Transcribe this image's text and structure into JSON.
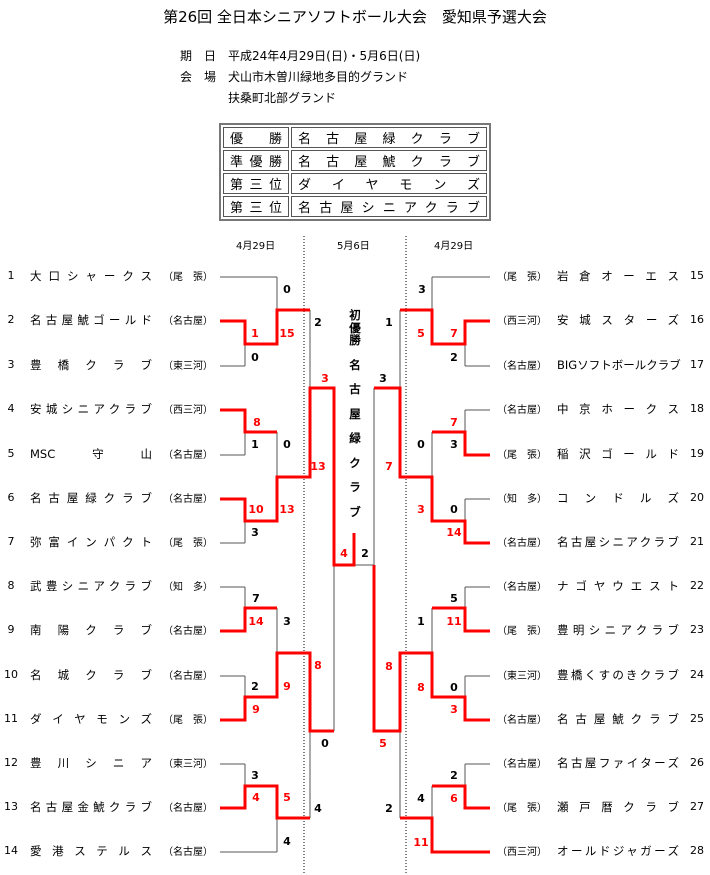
{
  "title": "第26回 全日本シニアソフトボール大会　愛知県予選大会",
  "info": {
    "date_label": "期　日",
    "date_value": "平成24年4月29日(日)・5月6日(日)",
    "venue_label": "会　場",
    "venue_value_1": "犬山市木曽川緑地多目的グランド",
    "venue_value_2": "扶桑町北部グランド"
  },
  "results": [
    {
      "rank": "優勝",
      "team": "名古屋緑クラブ"
    },
    {
      "rank": "準優勝",
      "team": "名古屋鯱クラブ"
    },
    {
      "rank": "第三位",
      "team": "ダイヤモンズ"
    },
    {
      "rank": "第三位",
      "team": "名古屋シニアクラブ"
    }
  ],
  "dates": [
    "4月29日",
    "5月6日",
    "4月29日"
  ],
  "champion_note": [
    "初",
    "優",
    "勝",
    "名",
    "古",
    "屋",
    "緑",
    "ク",
    "ラ",
    "ブ"
  ],
  "teams_left": [
    {
      "no": "1",
      "name": "大口シャークス",
      "region": "（尾　張）"
    },
    {
      "no": "2",
      "name": "名古屋鯱ゴールド",
      "region": "（名古屋）"
    },
    {
      "no": "3",
      "name": "豊橋クラブ",
      "region": "（東三河）"
    },
    {
      "no": "4",
      "name": "安城シニアクラブ",
      "region": "（西三河）"
    },
    {
      "no": "5",
      "name": "MSC守山",
      "region": "（名古屋）"
    },
    {
      "no": "6",
      "name": "名古屋緑クラブ",
      "region": "（名古屋）"
    },
    {
      "no": "7",
      "name": "弥富インパクト",
      "region": "（尾　張）"
    },
    {
      "no": "8",
      "name": "武豊シニアクラブ",
      "region": "（知　多）"
    },
    {
      "no": "9",
      "name": "南陽クラブ",
      "region": "（名古屋）"
    },
    {
      "no": "10",
      "name": "名城クラブ",
      "region": "（名古屋）"
    },
    {
      "no": "11",
      "name": "ダイヤモンズ",
      "region": "（尾　張）"
    },
    {
      "no": "12",
      "name": "豊川シニア",
      "region": "（東三河）"
    },
    {
      "no": "13",
      "name": "名古屋金鯱クラブ",
      "region": "（名古屋）"
    },
    {
      "no": "14",
      "name": "愛港ステルス",
      "region": "（名古屋）"
    }
  ],
  "teams_right": [
    {
      "no": "15",
      "name": "岩倉オーエス",
      "region": "（尾　張）"
    },
    {
      "no": "16",
      "name": "安城スターズ",
      "region": "（西三河）"
    },
    {
      "no": "17",
      "name": "BIGソフトボールクラブ",
      "region": "（名古屋）"
    },
    {
      "no": "18",
      "name": "中京ホークス",
      "region": "（名古屋）"
    },
    {
      "no": "19",
      "name": "稲沢ゴールド",
      "region": "（尾　張）"
    },
    {
      "no": "20",
      "name": "コンドルズ",
      "region": "（知　多）"
    },
    {
      "no": "21",
      "name": "名古屋シニアクラブ",
      "region": "（名古屋）"
    },
    {
      "no": "22",
      "name": "ナゴヤウエスト",
      "region": "（名古屋）"
    },
    {
      "no": "23",
      "name": "豊明シニアクラブ",
      "region": "（尾　張）"
    },
    {
      "no": "24",
      "name": "豊橋くすのきクラブ",
      "region": "（東三河）"
    },
    {
      "no": "25",
      "name": "名古屋鯱クラブ",
      "region": "（名古屋）"
    },
    {
      "no": "26",
      "name": "名古屋ファイターズ",
      "region": "（名古屋）"
    },
    {
      "no": "27",
      "name": "瀬戸暦クラブ",
      "region": "（尾　張）"
    },
    {
      "no": "28",
      "name": "オールドジャガーズ",
      "region": "（西三河）"
    }
  ],
  "scores": [
    {
      "v": "0",
      "win": false
    },
    {
      "v": "1",
      "win": true
    },
    {
      "v": "15",
      "win": true
    },
    {
      "v": "0",
      "win": false
    },
    {
      "v": "2",
      "win": false
    },
    {
      "v": "3",
      "win": true
    },
    {
      "v": "8",
      "win": true
    },
    {
      "v": "1",
      "win": false
    },
    {
      "v": "0",
      "win": false
    },
    {
      "v": "13",
      "win": true
    },
    {
      "v": "10",
      "win": true
    },
    {
      "v": "13",
      "win": true
    },
    {
      "v": "3",
      "win": false
    },
    {
      "v": "4",
      "win": true
    },
    {
      "v": "2",
      "win": false
    },
    {
      "v": "7",
      "win": false
    },
    {
      "v": "14",
      "win": true
    },
    {
      "v": "3",
      "win": false
    },
    {
      "v": "8",
      "win": true
    },
    {
      "v": "2",
      "win": false
    },
    {
      "v": "9",
      "win": true
    },
    {
      "v": "9",
      "win": true
    },
    {
      "v": "0",
      "win": false
    },
    {
      "v": "3",
      "win": false
    },
    {
      "v": "4",
      "win": true
    },
    {
      "v": "5",
      "win": true
    },
    {
      "v": "4",
      "win": false
    },
    {
      "v": "4",
      "win": false
    },
    {
      "v": "3",
      "win": false
    },
    {
      "v": "5",
      "win": true
    },
    {
      "v": "7",
      "win": true
    },
    {
      "v": "2",
      "win": false
    },
    {
      "v": "1",
      "win": false
    },
    {
      "v": "3",
      "win": false
    },
    {
      "v": "7",
      "win": true
    },
    {
      "v": "3",
      "win": false
    },
    {
      "v": "7",
      "win": true
    },
    {
      "v": "0",
      "win": false
    },
    {
      "v": "0",
      "win": false
    },
    {
      "v": "3",
      "win": true
    },
    {
      "v": "14",
      "win": true
    },
    {
      "v": "5",
      "win": false
    },
    {
      "v": "11",
      "win": true
    },
    {
      "v": "1",
      "win": false
    },
    {
      "v": "8",
      "win": true
    },
    {
      "v": "8",
      "win": true
    },
    {
      "v": "0",
      "win": false
    },
    {
      "v": "3",
      "win": true
    },
    {
      "v": "5",
      "win": true
    },
    {
      "v": "2",
      "win": false
    },
    {
      "v": "4",
      "win": false
    },
    {
      "v": "6",
      "win": true
    },
    {
      "v": "2",
      "win": false
    },
    {
      "v": "11",
      "win": true
    }
  ],
  "colors": {
    "winner_line": "#ff0000",
    "line": "#555555"
  }
}
